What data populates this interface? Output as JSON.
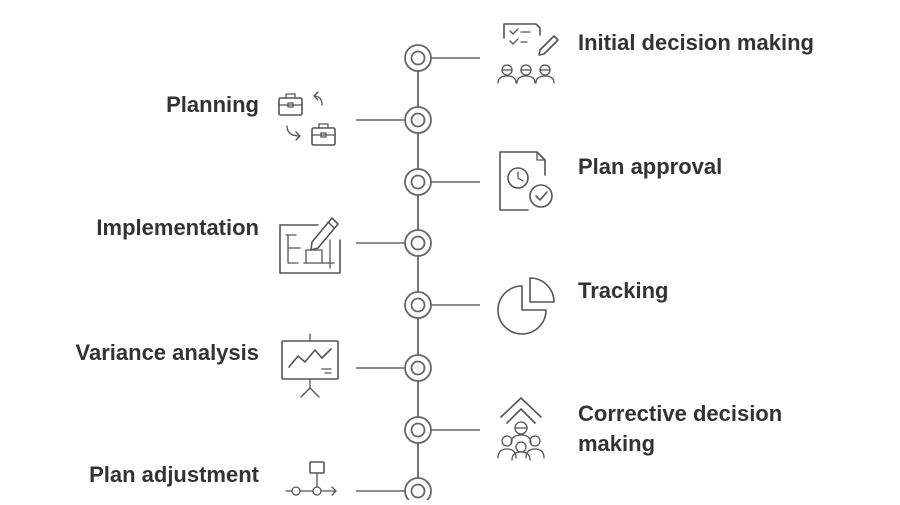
{
  "diagram": {
    "steps": [
      {
        "label": "Initial decision making",
        "side": "right",
        "icon": "checklist-team-icon"
      },
      {
        "label": "Planning",
        "side": "left",
        "icon": "briefcase-transfer-icon"
      },
      {
        "label": "Plan approval",
        "side": "right",
        "icon": "document-clock-check-icon"
      },
      {
        "label": "Implementation",
        "side": "left",
        "icon": "blueprint-pencil-icon"
      },
      {
        "label": "Tracking",
        "side": "right",
        "icon": "pie-chart-icon"
      },
      {
        "label": "Variance analysis",
        "side": "left",
        "icon": "presentation-chart-icon"
      },
      {
        "label": "Corrective decision making",
        "side": "right",
        "icon": "team-arrow-up-icon",
        "lines": [
          "Corrective decision",
          "making"
        ]
      },
      {
        "label": "Plan adjustment",
        "side": "left",
        "icon": "flowchart-icon"
      }
    ],
    "colors": {
      "line": "#666666",
      "icon": "#555555",
      "text": "#333333"
    }
  }
}
